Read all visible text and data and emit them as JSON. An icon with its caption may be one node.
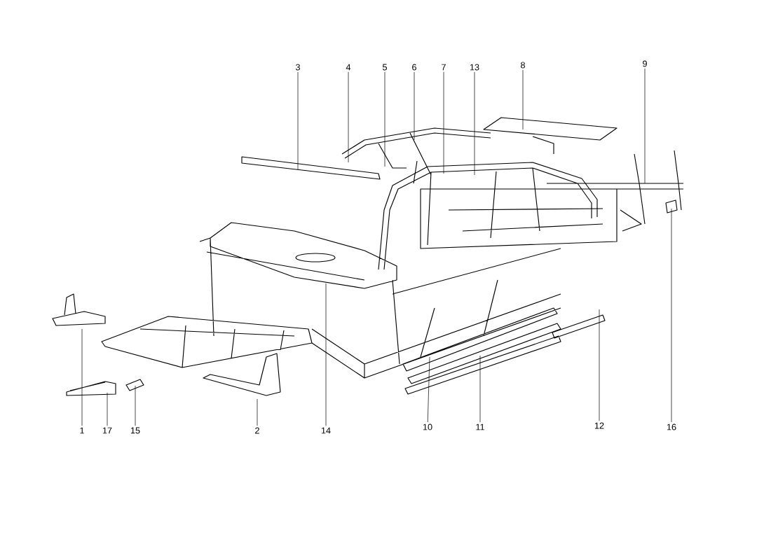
{
  "diagram": {
    "nodes": [
      {
        "text": [
          "3"
        ]
      },
      {
        "text": [
          "4"
        ]
      },
      {
        "text": [
          "5"
        ]
      },
      {
        "text": [
          "6"
        ]
      },
      {
        "text": [
          "7"
        ]
      },
      {
        "text": [
          "13"
        ]
      },
      {
        "text": [
          "8"
        ]
      },
      {
        "text": [
          "9"
        ]
      },
      {
        "text": [
          "1"
        ]
      },
      {
        "text": [
          "17"
        ]
      },
      {
        "text": [
          "15"
        ]
      },
      {
        "text": [
          "2"
        ]
      },
      {
        "text": [
          "14"
        ]
      },
      {
        "text": [
          "10"
        ]
      },
      {
        "text": [
          "11"
        ]
      },
      {
        "text": [
          "12"
        ]
      },
      {
        "text": [
          "16"
        ]
      }
    ],
    "edges": [
      {
        "from": 0,
        "to": null,
        "arrow": "none"
      },
      {
        "from": 1,
        "to": null,
        "arrow": "none"
      },
      {
        "from": 2,
        "to": null,
        "arrow": "none"
      },
      {
        "from": 3,
        "to": null,
        "arrow": "none"
      },
      {
        "from": 4,
        "to": null,
        "arrow": "none"
      },
      {
        "from": 5,
        "to": null,
        "arrow": "none"
      },
      {
        "from": 6,
        "to": null,
        "arrow": "none"
      },
      {
        "from": 7,
        "to": null,
        "arrow": "none"
      },
      {
        "from": 8,
        "to": null,
        "arrow": "none"
      },
      {
        "from": 9,
        "to": null,
        "arrow": "none"
      },
      {
        "from": 10,
        "to": null,
        "arrow": "none"
      },
      {
        "from": 11,
        "to": null,
        "arrow": "none"
      },
      {
        "from": 12,
        "to": null,
        "arrow": "none"
      },
      {
        "from": 13,
        "to": null,
        "arrow": "none"
      },
      {
        "from": 14,
        "to": null,
        "arrow": "none"
      },
      {
        "from": 15,
        "to": null,
        "arrow": "none"
      },
      {
        "from": 16,
        "to": null,
        "arrow": "none"
      }
    ]
  }
}
